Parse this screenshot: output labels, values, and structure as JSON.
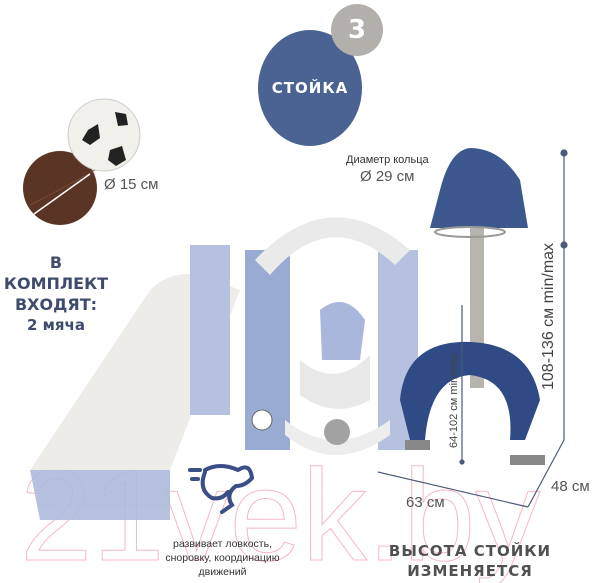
{
  "badge": {
    "number": "3",
    "color": "#b3afaa"
  },
  "title": {
    "label": "стойка",
    "color": "#4b6392"
  },
  "balls": {
    "diameter": "Ø 15 см"
  },
  "kit": {
    "line1": "В КОМПЛЕКТ",
    "line2": "ВХОДЯТ:",
    "line3": "2 мяча"
  },
  "hoop": {
    "label": "Диаметр кольца",
    "diameter": "Ø 29 см"
  },
  "dimensions": {
    "height_stand": "108-136 см  min/max",
    "height_ring": "64-102 см  min/max",
    "width": "63 см",
    "depth": "48 см"
  },
  "feature": {
    "icon": "rabbit-icon",
    "text": "развивает ловкость, сноровку, координацию движений"
  },
  "notice": {
    "line1": "ВЫСОТА СТОЙКИ",
    "line2": "ИЗМЕНЯЕТСЯ"
  },
  "watermark": "21vek.by"
}
